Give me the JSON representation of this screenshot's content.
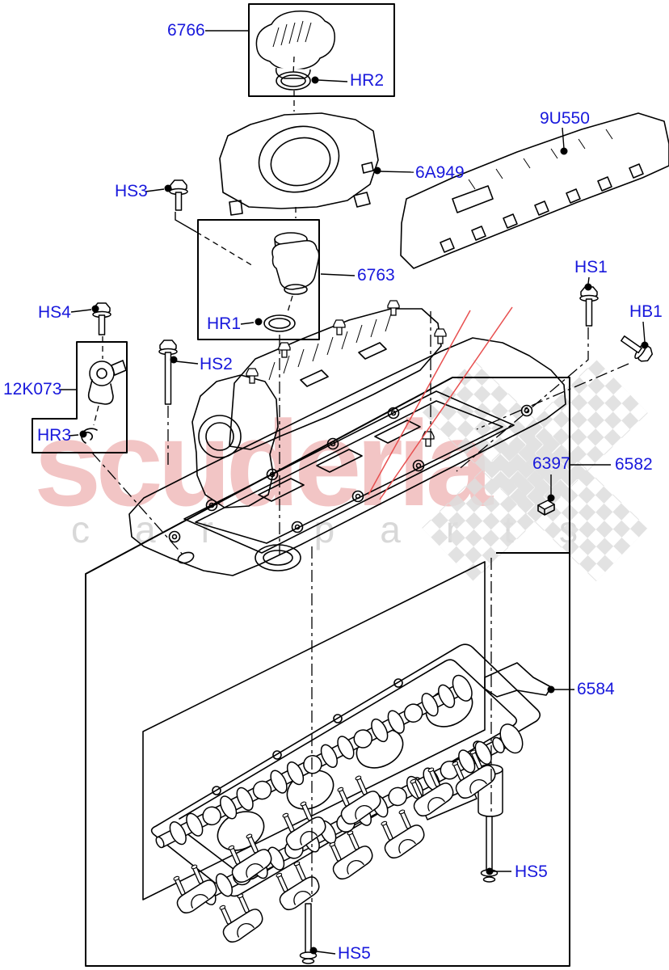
{
  "page": {
    "background": "#ffffff"
  },
  "diagram": {
    "title_context": "camshaft cover exploded parts view",
    "labels": {
      "oil_filler_cap": "6766",
      "filler_cap_seal": "HR2",
      "insulator": "9U550",
      "trim_cover": "6A949",
      "screw_hs3": "HS3",
      "breather": "6763",
      "stud_hs1": "HS1",
      "bolt_hb1": "HB1",
      "screw_hs4": "HS4",
      "breather_seal": "HR1",
      "screw_hs2": "HS2",
      "camshaft_sensor": "12K073",
      "sensor_seal": "HR3",
      "cover_stud": "6397",
      "camshaft_cover": "6582",
      "gasket_baffle": "6584",
      "bolt_hs5_right": "HS5",
      "bolt_hs5_bottom": "HS5"
    },
    "colors": {
      "label_blue": "#1818DC",
      "line_black": "#000000",
      "leader_red": "#E85050",
      "watermark_pink": "#F2C5C5",
      "watermark_gray": "#D8D8D8",
      "checker_gray": "#DEDEDE"
    }
  },
  "watermark": {
    "primary": "scuderia",
    "secondary": "car parts"
  }
}
